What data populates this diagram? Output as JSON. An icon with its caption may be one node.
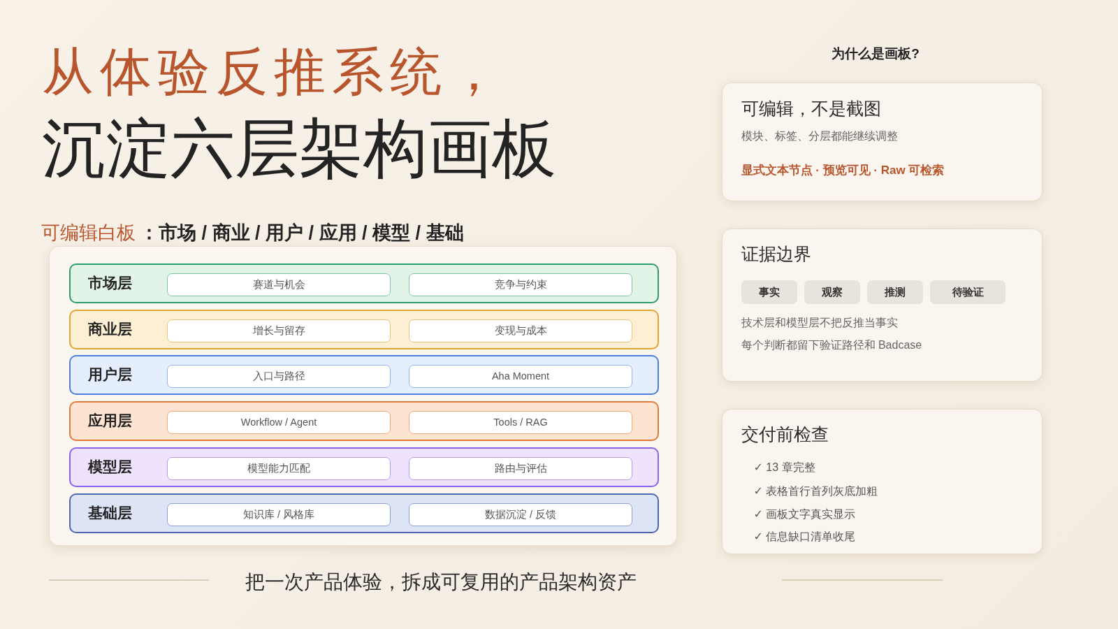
{
  "diagram": {
    "title": "从体验反推系统，沉淀六层架构画板",
    "caption": "把一次产品体验，拆成可复用的产品架构资产",
    "nodes": [
      {
        "text": [],
        "shape": "box"
      },
      {
        "text": [
          "市场层"
        ],
        "in": 0
      },
      {
        "text": [
          "赛道与机会"
        ],
        "in": 1
      },
      {
        "text": [
          "竞争与约束"
        ],
        "in": 1
      },
      {
        "text": [
          "商业层"
        ],
        "in": 0
      },
      {
        "text": [
          "增长与留存"
        ],
        "in": 4
      },
      {
        "text": [
          "变现与成本"
        ],
        "in": 4
      },
      {
        "text": [
          "用户层"
        ],
        "in": 0
      },
      {
        "text": [
          "入口与路径"
        ],
        "in": 7
      },
      {
        "text": [
          "Aha Moment"
        ],
        "in": 7
      },
      {
        "text": [
          "应用层"
        ],
        "in": 0
      },
      {
        "text": [
          "Workflow / Agent"
        ],
        "in": 10
      },
      {
        "text": [
          "Tools / RAG"
        ],
        "in": 10
      },
      {
        "text": [
          "模型层"
        ],
        "in": 0
      },
      {
        "text": [
          "模型能力匹配"
        ],
        "in": 13
      },
      {
        "text": [
          "路由与评估"
        ],
        "in": 13
      },
      {
        "text": [
          "基础层"
        ],
        "in": 0
      },
      {
        "text": [
          "知识库 / 风格库"
        ],
        "in": 16
      },
      {
        "text": [
          "数据沉淀 / 反馈"
        ],
        "in": 16
      },
      {
        "text": [
          "可编辑，不是截图",
          "模块、标签、分层都能继续调整",
          "显式文本节点 · 预览可见 · Raw 可检索"
        ]
      },
      {
        "text": [
          "证据边界",
          "技术层和模型层不把反推当事实",
          "每个判断都留下验证路径和 Badcase"
        ]
      },
      {
        "text": [
          "事实"
        ],
        "in": 20
      },
      {
        "text": [
          "观察"
        ],
        "in": 20
      },
      {
        "text": [
          "推测"
        ],
        "in": 20
      },
      {
        "text": [
          "待验证"
        ],
        "in": 20
      },
      {
        "text": [
          "交付前检查",
          "✓ 13 章完整",
          "✓ 表格首行首列灰底加粗",
          "✓ 画板文字真实显示",
          "✓ 信息缺口清单收尾"
        ]
      }
    ],
    "labels": [
      "可编辑白板**：市场 / 商业 / 用户 / 应用 / 模型 / 基础**",
      "为什么是画板?"
    ]
  }
}
